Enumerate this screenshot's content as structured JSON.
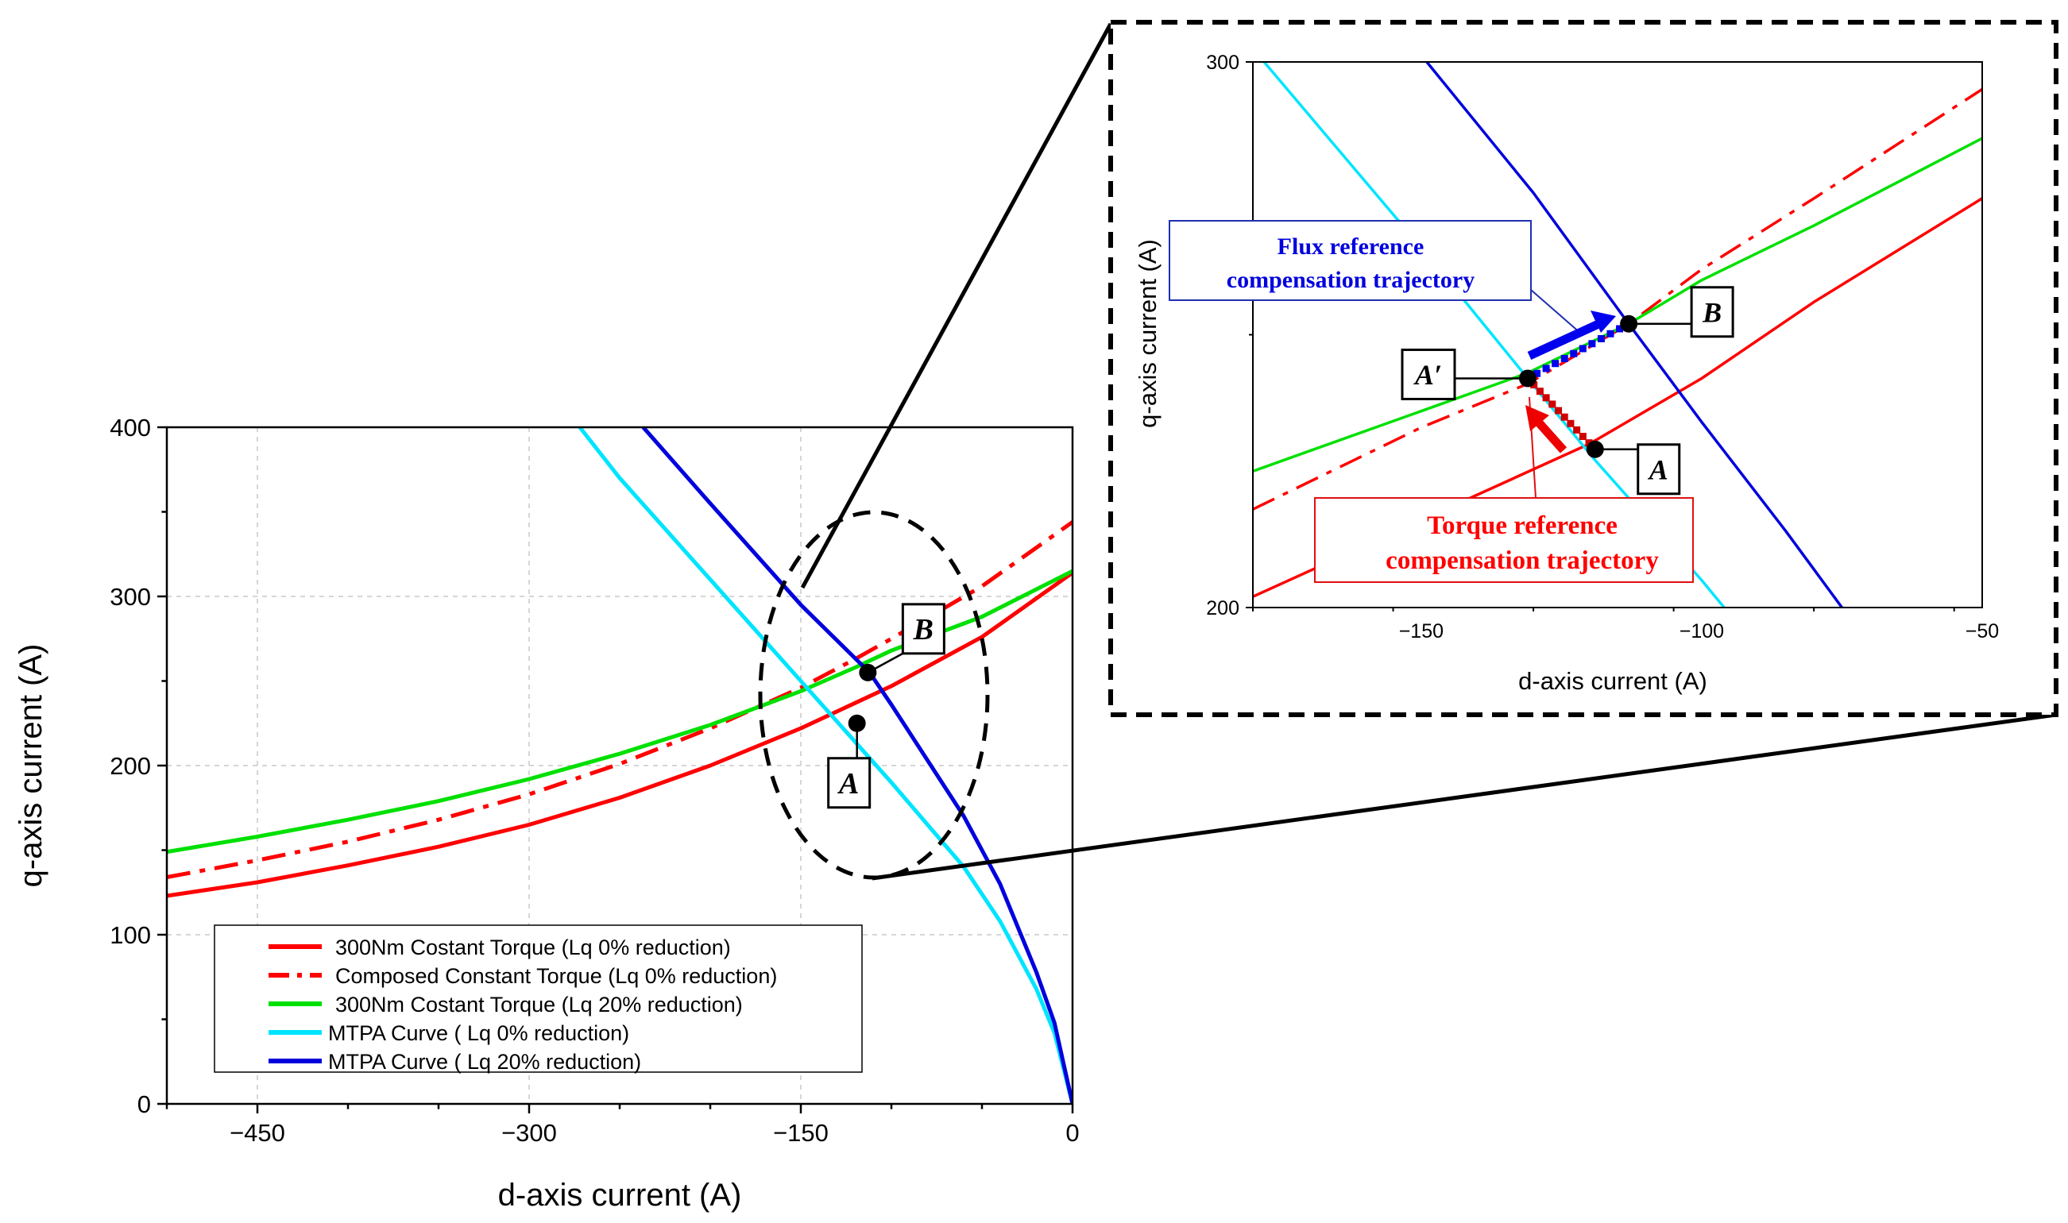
{
  "chart_data": [
    {
      "type": "line",
      "panel": "main",
      "xlabel": "d-axis current (A)",
      "ylabel": "q-axis current (A)",
      "xlim": [
        -500,
        0
      ],
      "ylim": [
        0,
        400
      ],
      "xticks": [
        -450,
        -300,
        -150,
        0
      ],
      "yticks": [
        0,
        100,
        200,
        300,
        400
      ],
      "xtick_labels": [
        "−450",
        "−300",
        "−150",
        "0"
      ],
      "ytick_labels": [
        "0",
        "100",
        "200",
        "300",
        "400"
      ],
      "grid": true,
      "legend_position": "bottom-left",
      "series": [
        {
          "name": "300Nm Costant Torque (Lq 0% reduction)",
          "color": "#ff0000",
          "style": "solid",
          "x": [
            -500,
            -450,
            -400,
            -350,
            -300,
            -250,
            -200,
            -150,
            -120,
            -100,
            -50,
            0
          ],
          "y": [
            123,
            131,
            141,
            152,
            165,
            181,
            200,
            222,
            237,
            247,
            276,
            314
          ]
        },
        {
          "name": "Composed Constant Torque (Lq 0% reduction)",
          "color": "#ff0000",
          "style": "dashdot",
          "x": [
            -500,
            -450,
            -400,
            -350,
            -300,
            -250,
            -200,
            -150,
            -120,
            -100,
            -50,
            0
          ],
          "y": [
            134,
            144,
            155,
            168,
            183,
            201,
            222,
            246,
            263,
            275,
            306,
            344
          ]
        },
        {
          "name": "300Nm Costant Torque (Lq 20% reduction)",
          "color": "#00e000",
          "style": "solid",
          "x": [
            -500,
            -450,
            -400,
            -350,
            -300,
            -250,
            -200,
            -150,
            -120,
            -100,
            -50,
            0
          ],
          "y": [
            149,
            158,
            168,
            179,
            192,
            207,
            224,
            244,
            258,
            268,
            288,
            315
          ]
        },
        {
          "name": "MTPA Curve ( Lq 0% reduction)",
          "color": "#00e5ff",
          "style": "solid",
          "x": [
            -272,
            -250,
            -200,
            -150,
            -100,
            -60,
            -40,
            -20,
            -10,
            0
          ],
          "y": [
            400,
            370,
            310,
            250,
            190,
            140,
            108,
            68,
            42,
            0
          ]
        },
        {
          "name": "MTPA Curve ( Lq 20% reduction)",
          "color": "#0000dd",
          "style": "solid",
          "x": [
            -237,
            -200,
            -150,
            -112,
            -100,
            -60,
            -40,
            -20,
            -10,
            0
          ],
          "y": [
            400,
            355,
            295,
            255,
            236,
            170,
            130,
            78,
            48,
            0
          ]
        }
      ],
      "points": [
        {
          "label": "A",
          "x": -119,
          "y": 225
        },
        {
          "label": "B",
          "x": -113,
          "y": 255
        }
      ]
    },
    {
      "type": "line",
      "panel": "inset",
      "xlabel": "d-axis current (A)",
      "ylabel": "q-axis current (A)",
      "xlim": [
        -180,
        -50
      ],
      "ylim": [
        200,
        300
      ],
      "xticks": [
        -150,
        -100,
        -50
      ],
      "yticks": [
        200,
        300
      ],
      "xtick_labels": [
        "−150",
        "−100",
        "−50"
      ],
      "ytick_labels": [
        "200",
        "300"
      ],
      "grid": false,
      "series": [
        {
          "name": "300Nm Costant Torque (Lq 0% reduction)",
          "color": "#ff0000",
          "style": "solid",
          "x": [
            -180,
            -150,
            -120,
            -100,
            -80,
            -50
          ],
          "y": [
            202,
            216,
            230,
            242,
            256,
            275
          ]
        },
        {
          "name": "Composed Constant Torque (Lq 0% reduction)",
          "color": "#ff0000",
          "style": "dashdot",
          "x": [
            -180,
            -150,
            -131,
            -113,
            -100,
            -80,
            -50
          ],
          "y": [
            218,
            233,
            241,
            252,
            262,
            275,
            295
          ]
        },
        {
          "name": "300Nm Costant Torque (Lq 20% reduction)",
          "color": "#00e000",
          "style": "solid",
          "x": [
            -180,
            -150,
            -131,
            -113,
            -100,
            -80,
            -50
          ],
          "y": [
            225,
            236,
            243,
            252,
            260,
            270,
            286
          ]
        },
        {
          "name": "MTPA Curve ( Lq 0% reduction)",
          "color": "#00e5ff",
          "style": "solid",
          "x": [
            -178,
            -150,
            -131,
            -119,
            -100,
            -96
          ],
          "y": [
            300,
            266,
            242,
            227,
            205,
            200
          ]
        },
        {
          "name": "MTPA Curve ( Lq 20% reduction)",
          "color": "#0000dd",
          "style": "solid",
          "x": [
            -149,
            -130,
            -113,
            -100,
            -85,
            -75
          ],
          "y": [
            300,
            276,
            252,
            234,
            214,
            200
          ]
        }
      ],
      "points": [
        {
          "label": "A",
          "x": -119,
          "y": 229
        },
        {
          "label": "A′",
          "x": -131,
          "y": 242
        },
        {
          "label": "B",
          "x": -113,
          "y": 252
        }
      ],
      "trajectories": [
        {
          "color": "#d00000",
          "from": [
            -119,
            229
          ],
          "to": [
            -131,
            242
          ]
        },
        {
          "color": "#0000ee",
          "from": [
            -131,
            242
          ],
          "to": [
            -113,
            252
          ]
        }
      ],
      "annotations": {
        "flux": [
          "Flux reference",
          "compensation trajectory"
        ],
        "torque": [
          "Torque reference",
          "compensation trajectory"
        ]
      }
    }
  ]
}
